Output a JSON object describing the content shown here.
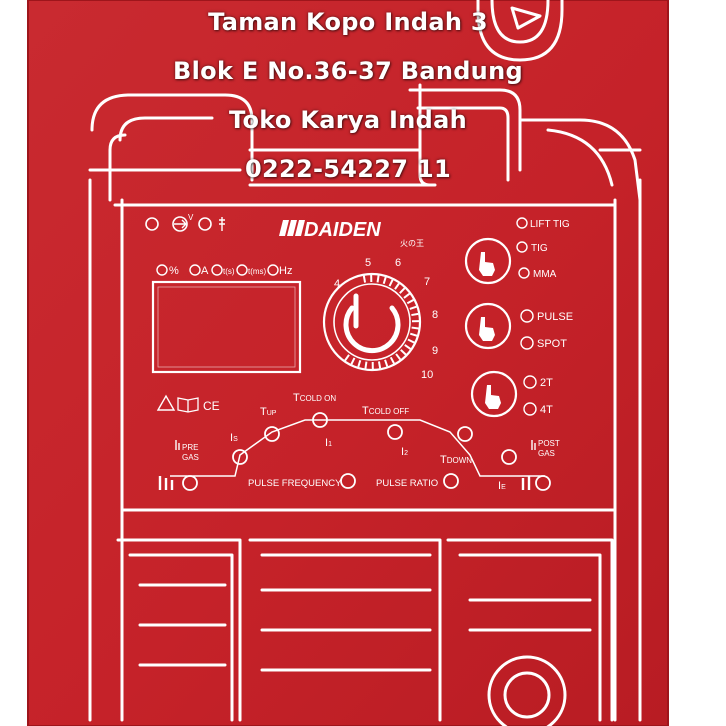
{
  "overlay": {
    "line1": "Taman Kopo Indah 3",
    "line2": "Blok E No.36-37 Bandung",
    "line3": "Toko Karya Indah",
    "line4": "0222-54227 11"
  },
  "panel": {
    "brand": "DAIDEN",
    "brand_sub": "火の王",
    "units": {
      "pct": "%",
      "amp": "A",
      "sec": "t(s)",
      "ms": "t(ms)",
      "hz": "Hz"
    },
    "modes": {
      "lift_tig": "LIFT TIG",
      "tig": "TIG",
      "mma": "MMA"
    },
    "pulse": {
      "pulse": "PULSE",
      "spot": "SPOT"
    },
    "trigger": {
      "t2": "2T",
      "t4": "4T"
    },
    "dial_scale": [
      "5",
      "6",
      "7",
      "8",
      "9",
      "10"
    ],
    "dial_partial": "4",
    "ce": "CE",
    "params": {
      "t": "T",
      "up": "UP",
      "cold_on": "COLD ON",
      "cold_off": "COLD OFF",
      "down": "DOWN",
      "i": "I",
      "s": "S",
      "one": "1",
      "two": "2",
      "e": "E"
    },
    "pre_gas": [
      "PRE",
      "GAS"
    ],
    "post_gas": [
      "POST",
      "GAS"
    ],
    "pulse_frequency": "PULSE FREQUENCY",
    "pulse_ratio": "PULSE RATIO"
  },
  "colors": {
    "box_red": "#c8232b",
    "box_red_dark": "#a81a21",
    "line_white": "#ffffff"
  }
}
